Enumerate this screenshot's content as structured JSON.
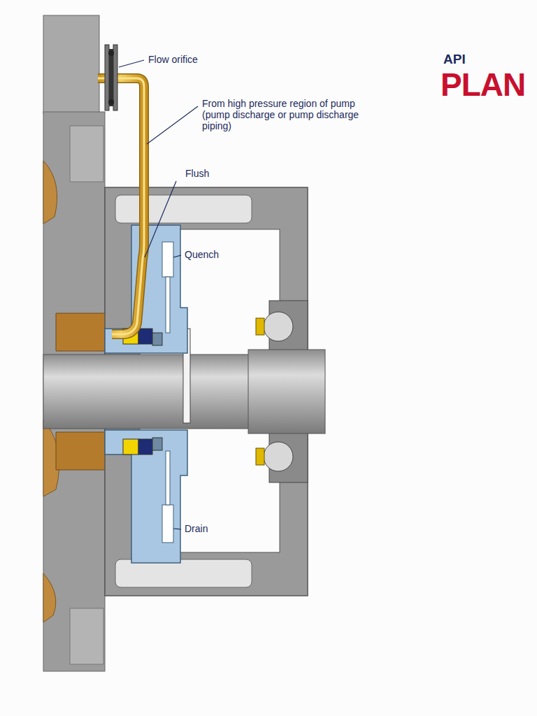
{
  "diagram": {
    "labels": [
      "Flow orifice",
      "From high pressure region of pump (pump discharge or pump discharge piping)",
      "Flush",
      "Quench",
      "Drain",
      "API",
      "PLAN"
    ]
  }
}
